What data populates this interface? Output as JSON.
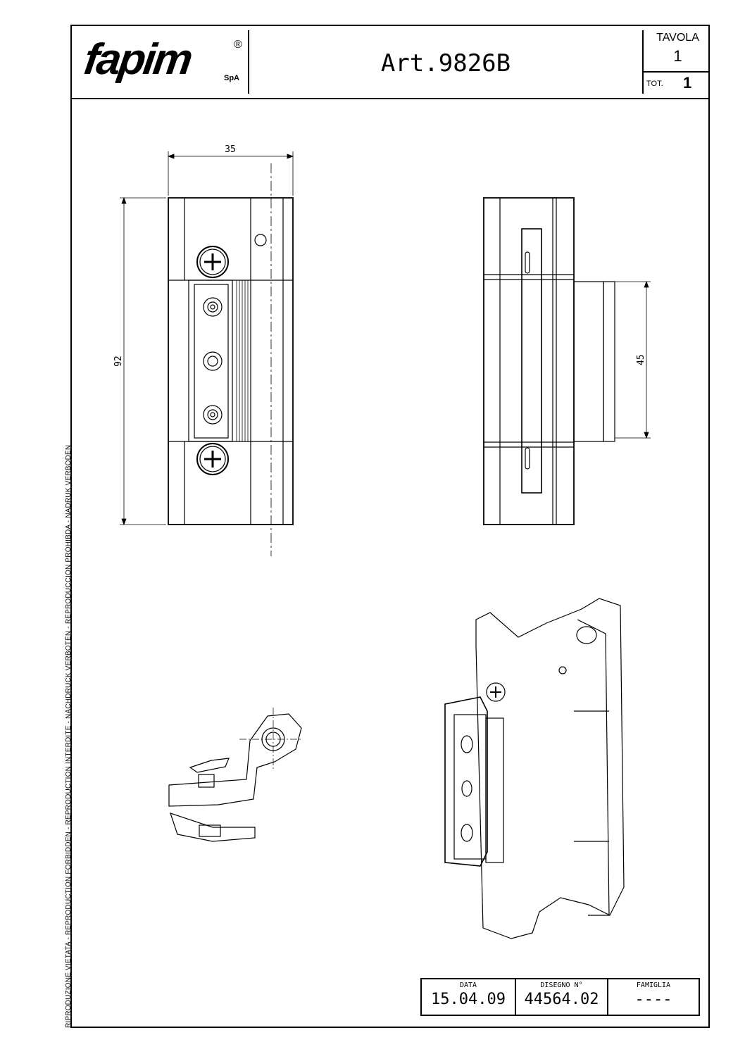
{
  "header": {
    "logo": {
      "name": "fapim",
      "registered": "®",
      "suffix": "SpA"
    },
    "title": "Art.9826B",
    "sheet": {
      "label": "TAVOLA",
      "number": "1",
      "total_label": "TOT.",
      "total": "1"
    }
  },
  "side_note": "RIPRODUZIONE VIETATA - REPRODUCTION FORBIDDEN - REPRODUCTION INTERDITE - NACHDRUCK VERBOTEN - REPRODUCCION PROHIBDA - NADRUK VERBODEN",
  "dimensions": {
    "width": "35",
    "height": "92",
    "side_height": "45"
  },
  "title_block": {
    "date_label": "DATA",
    "date": "15.04.09",
    "drawing_label": "DISEGNO N°",
    "drawing": "44564.02",
    "family_label": "FAMIGLIA",
    "family": "----"
  }
}
